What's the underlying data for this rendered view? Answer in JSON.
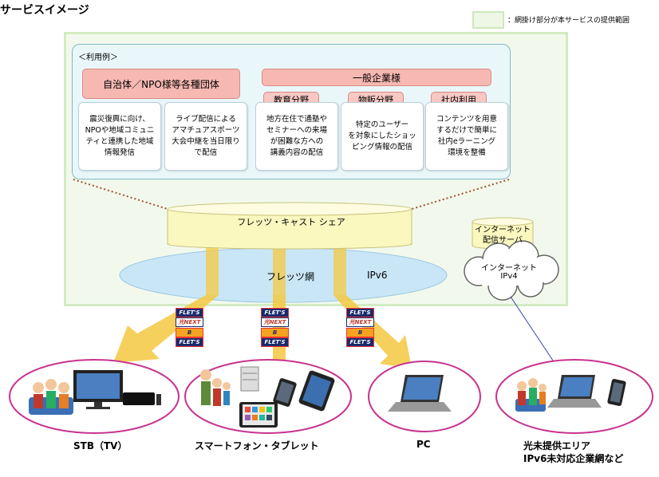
{
  "title": "サービスイメージ",
  "legend": {
    "text": "：網掛け部分が本サービスの提供範囲"
  },
  "usage": {
    "label": "＜利用例＞",
    "group_municipality": "自治体／NPO様等各種団体",
    "group_enterprise": "一般企業様",
    "sub_education": "教育分野",
    "sub_sales": "物販分野",
    "sub_internal": "社内利用",
    "cards": [
      "震災復興に向け、\nNPOや地域コミュニ\nティと連携した地域\n情報発信",
      "ライブ配信による\nアマチュアスポーツ\n大会中継を当日限り\nで配信",
      "地方在住で通塾や\nセミナーへの来場\nが困難な方への\n講義内容の配信",
      "特定のユーザー\nを対象にしたショッ\nピング情報の配信",
      "コンテンツを用意\nするだけで簡単に\n社内eラーニング\n環境を整備"
    ]
  },
  "service_name": "フレッツ・キャスト シェア",
  "network": {
    "name": "フレッツ網",
    "protocol": "IPv6"
  },
  "internet": {
    "server": "インターネット\n配信サーバ",
    "cloud_line1": "インターネット",
    "cloud_line2": "IPv4"
  },
  "flets_badge": "FLET'S",
  "flets_hikari": "光NEXT",
  "flets_b": "B",
  "devices": [
    {
      "label": "STB（TV）"
    },
    {
      "label": "スマートフォン・タブレット"
    },
    {
      "label": "PC"
    },
    {
      "label": "光未提供エリア",
      "label2": "IPv6未対応企業網など"
    }
  ],
  "colors": {
    "outer_fill": "#f2f9ec",
    "usage_fill": "#eaf7fa",
    "pink": "#f9c8c3",
    "cylinder": "#faf7bf",
    "network": "#c9e6f7",
    "arrow": "#f5c840",
    "device_border": "#c8338f"
  }
}
